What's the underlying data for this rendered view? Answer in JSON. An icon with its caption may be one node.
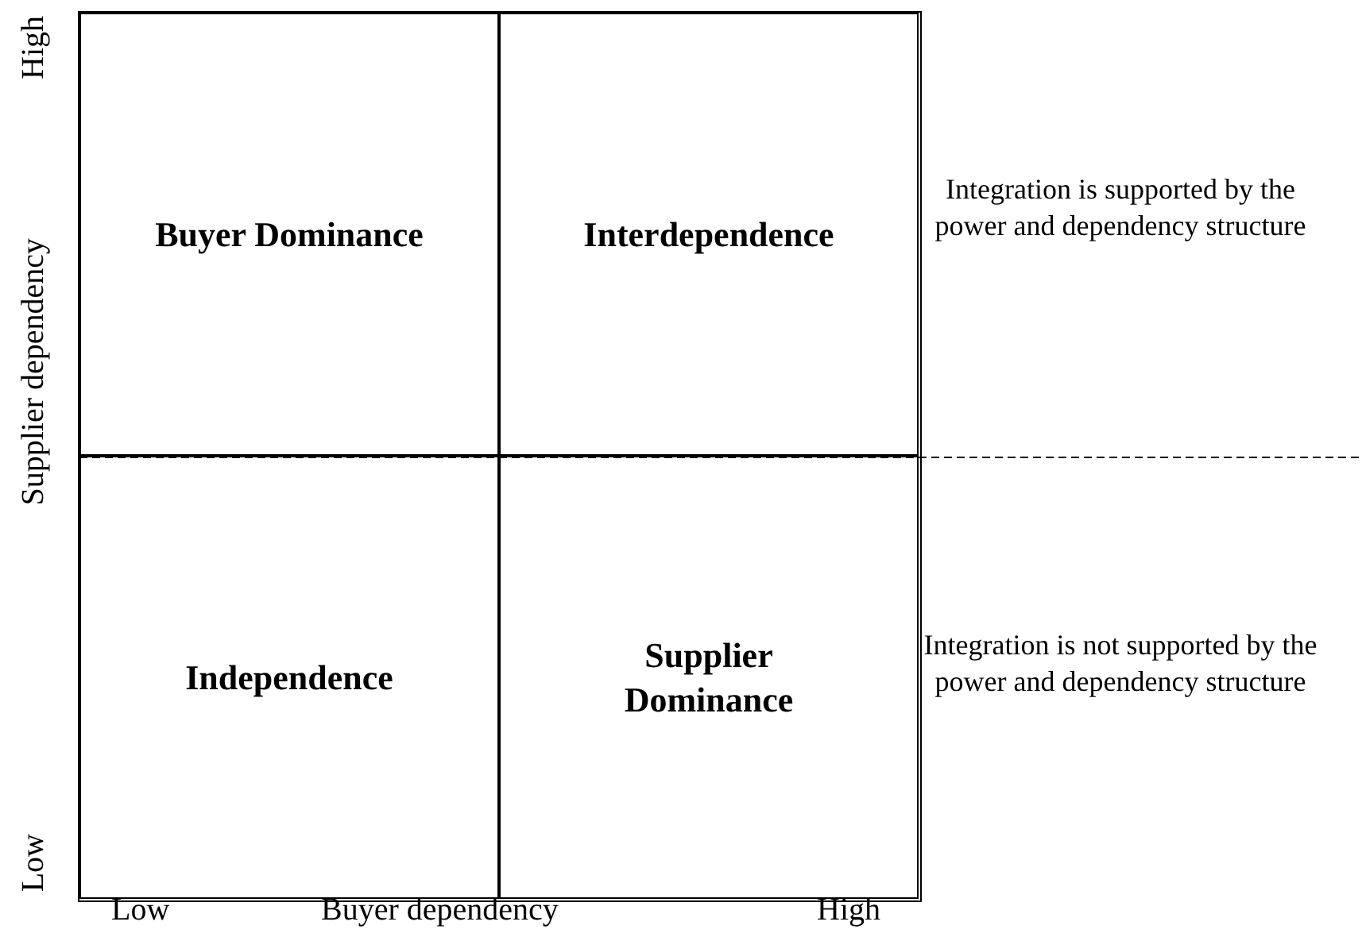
{
  "diagram": {
    "nodes": [
      {
        "text": [
          "Buyer Dominance"
        ]
      },
      {
        "text": [
          "Interdependence"
        ]
      },
      {
        "text": [
          "Independence"
        ]
      },
      {
        "text": [
          "Supplier Dominance"
        ]
      }
    ],
    "edges": [],
    "labels": [
      "High",
      "Integration is supported by the power and dependency structure",
      "Supplier dependency",
      "Integration is not supported by the power and dependency structure",
      "Low",
      "Low",
      "Buyer dependency",
      "High"
    ]
  }
}
